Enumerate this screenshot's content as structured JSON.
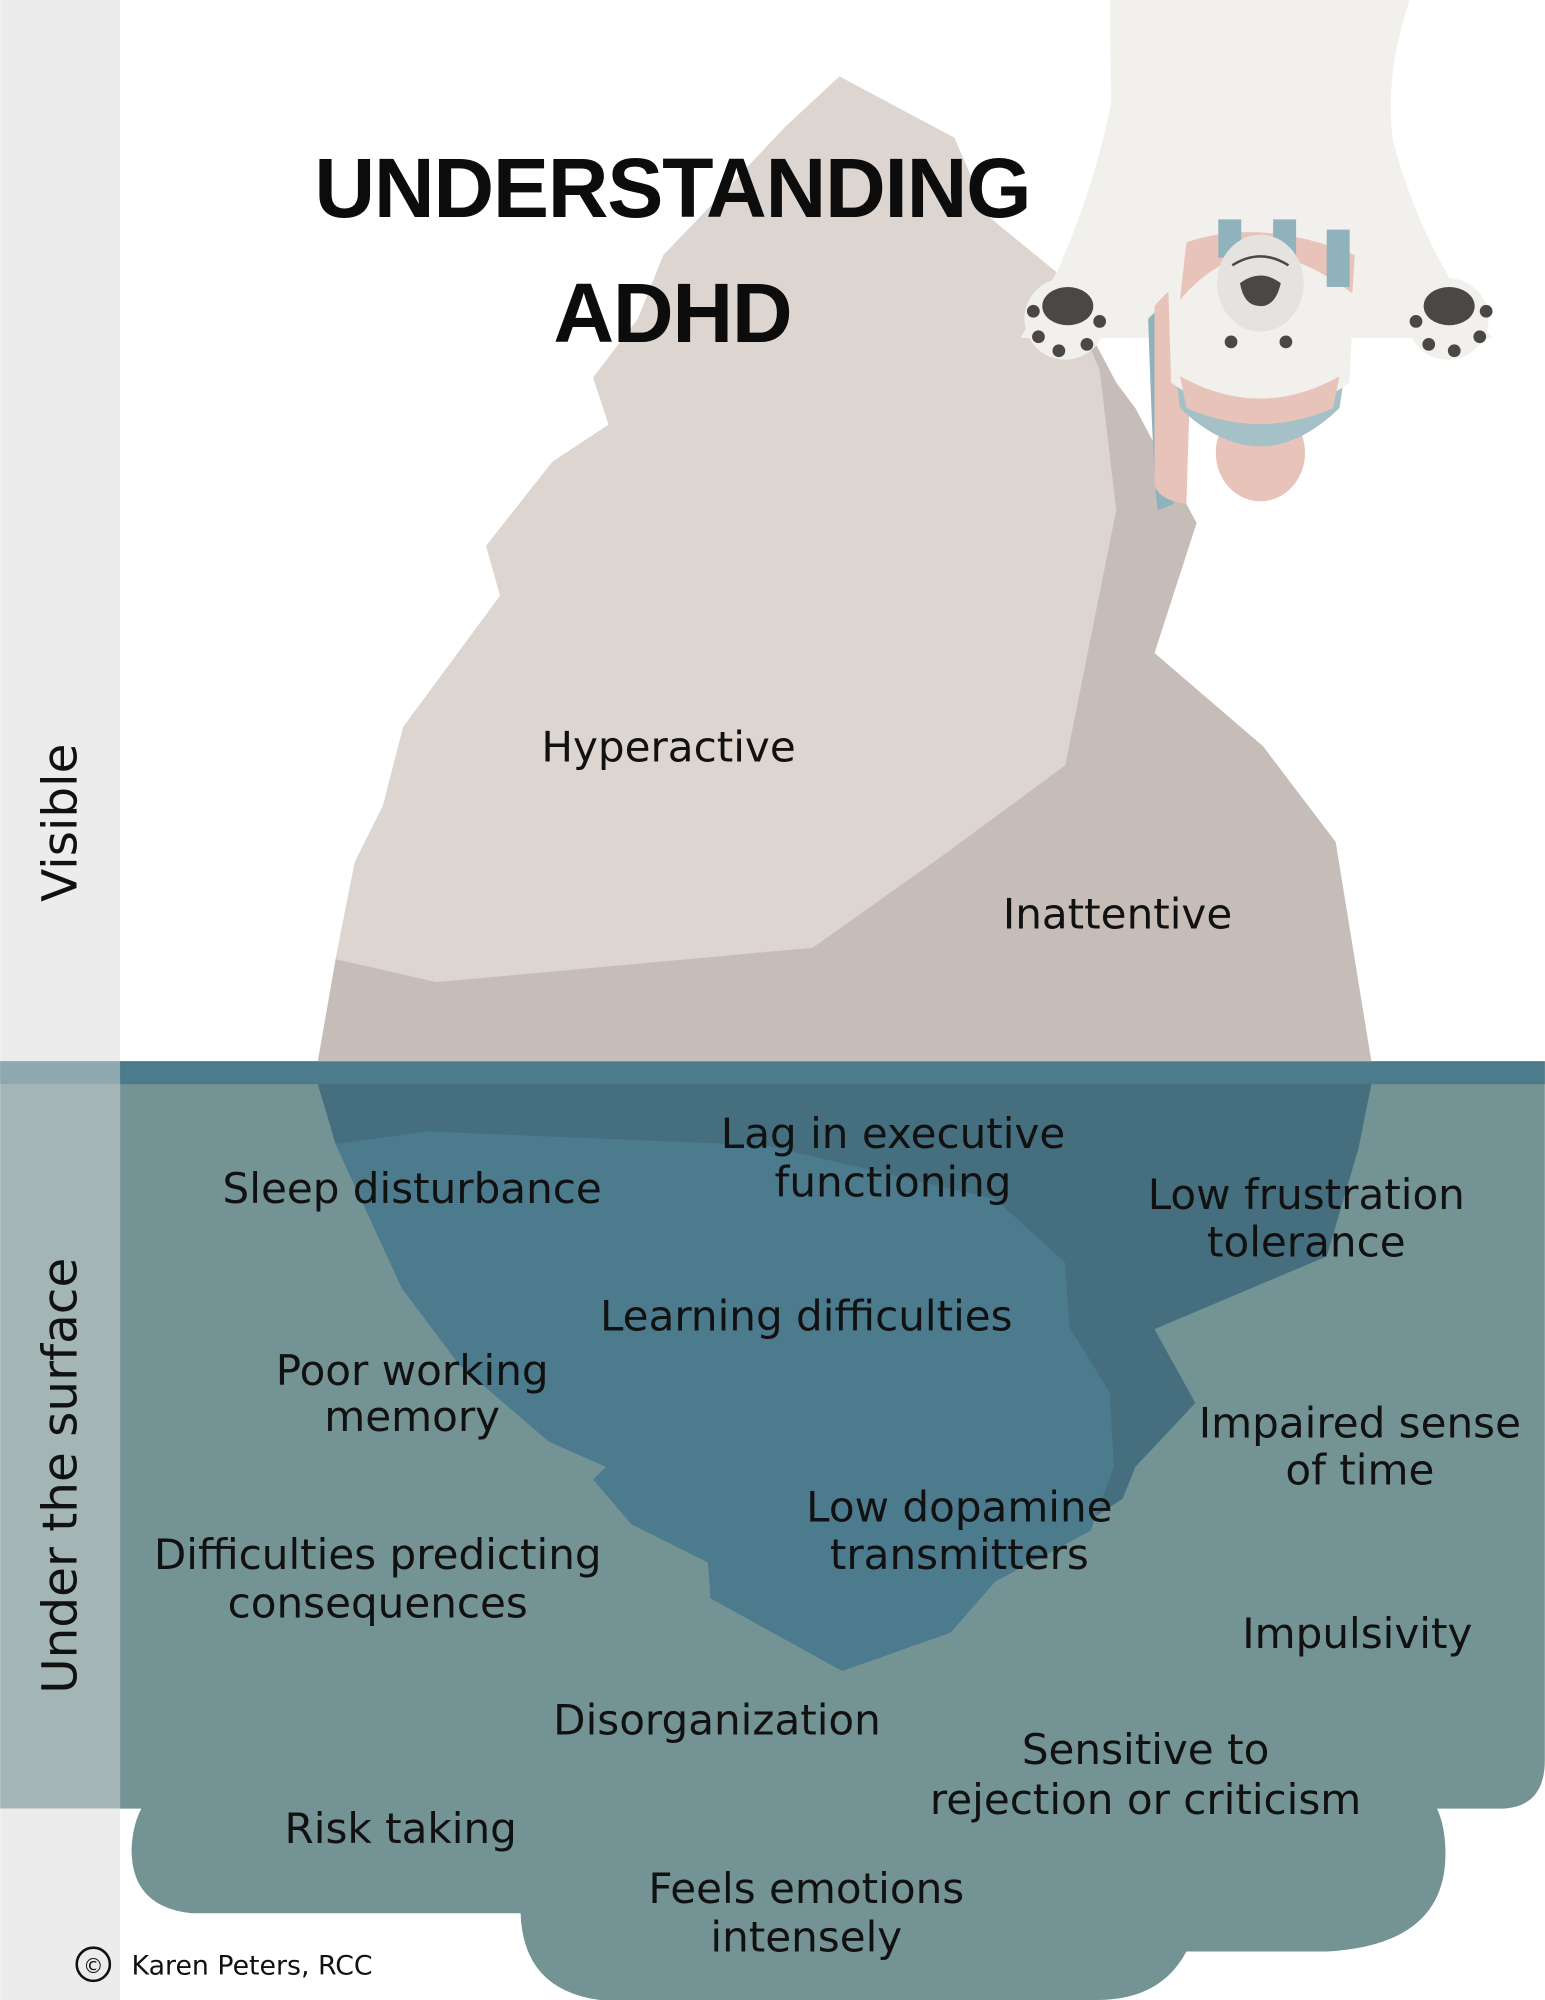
{
  "title": {
    "line1": "UNDERSTANDING",
    "line2": "ADHD"
  },
  "side_labels": {
    "visible": "Visible",
    "under": "Under the surface"
  },
  "visible": {
    "hyperactive": "Hyperactive",
    "inattentive": "Inattentive"
  },
  "under": {
    "lag": [
      "Lag in executive",
      "functioning"
    ],
    "sleep": "Sleep disturbance",
    "frustration": [
      "Low frustration",
      "tolerance"
    ],
    "learning": "Learning difficulties",
    "memory": [
      "Poor working",
      "memory"
    ],
    "time": [
      "Impaired sense",
      "of time"
    ],
    "dopamine": [
      "Low dopamine",
      "transmitters"
    ],
    "predicting": [
      "Difficulties predicting",
      "consequences"
    ],
    "impulsivity": "Impulsivity",
    "disorganization": "Disorganization",
    "rejection": [
      "Sensitive to",
      "rejection or criticism"
    ],
    "risk": "Risk taking",
    "emotions": [
      "Feels emotions",
      "intensely"
    ]
  },
  "footer": {
    "copyright_symbol": "©",
    "author": "Karen Peters, RCC"
  },
  "colors": {
    "ice_light": "#ddd5cf",
    "ice_dark": "#c7bdb8",
    "water": "#749394",
    "deep": "#456f7f",
    "core": "#4c7b8e"
  }
}
